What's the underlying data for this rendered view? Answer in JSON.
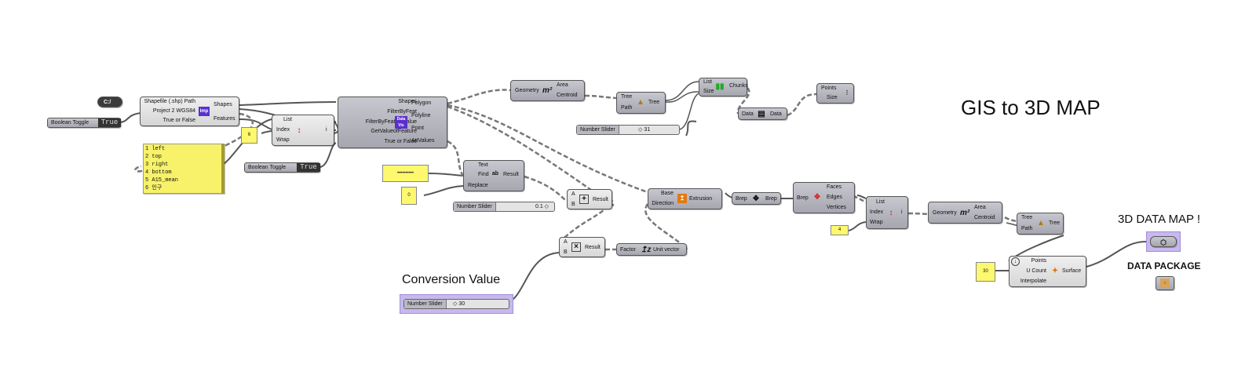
{
  "title": "GIS to 3D MAP",
  "labels": {
    "conversion": "Conversion Value",
    "map3d": "3D DATA MAP !",
    "package": "DATA PACKAGE"
  },
  "path_param": "C:/",
  "shapefile": {
    "in": [
      "Shapefile (.shp) Path",
      "Project 2 WGS84",
      "True or False"
    ],
    "out": [
      "Shapes",
      "Features"
    ],
    "icon": "Imp"
  },
  "bool1": {
    "label": "Boolean Toggle",
    "value": "True"
  },
  "bool2": {
    "label": "Boolean Toggle",
    "value": "True"
  },
  "panel": {
    "lines": [
      "1 left",
      "2 top",
      "3 right",
      "4 bottom",
      "5 A15_mean",
      "6 인구"
    ]
  },
  "num6": "6",
  "listitem1": {
    "in": [
      "List",
      "Index",
      "Wrap"
    ],
    "out": "i"
  },
  "filter": {
    "in": [
      "Shapes",
      "FilterByFeat",
      "FilterByFeatureValue",
      "GetValueofFeature",
      "True or False"
    ],
    "out": [
      "Polygon",
      "Polyline",
      "Point",
      "AttValues"
    ],
    "icon": "Data Vis"
  },
  "area1": {
    "in": "Geometry",
    "out": [
      "Area",
      "Centroid"
    ]
  },
  "tree1": {
    "in": [
      "Tree",
      "Path"
    ],
    "out": "Tree"
  },
  "split": {
    "in": [
      "List",
      "Size"
    ],
    "out": "Chunks"
  },
  "slider31": {
    "label": "Number Slider",
    "value": "◇ 31"
  },
  "data1": {
    "in": "Data",
    "out": "Data"
  },
  "points": {
    "in": [
      "Points",
      "Size"
    ]
  },
  "text_replace": {
    "in": [
      "Text",
      "Find",
      "Replace"
    ],
    "out": "Result"
  },
  "find_val": "••••••••••",
  "zero": "0",
  "slider01": {
    "label": "Number Slider",
    "value": "0.1 ◇"
  },
  "add": {
    "in": [
      "A",
      "B"
    ],
    "out": "Result"
  },
  "multiply": {
    "in": [
      "A",
      "B"
    ],
    "out": "Result"
  },
  "unitvec": {
    "in": "Factor",
    "out": "Unit vector"
  },
  "extrude": {
    "in": [
      "Base",
      "Direction"
    ],
    "out": "Extrusion"
  },
  "brep1": {
    "in": "Brep",
    "out": "Brep"
  },
  "deconstruct": {
    "in": "Brep",
    "out": [
      "Faces",
      "Edges",
      "Vertices"
    ]
  },
  "listitem2": {
    "in": [
      "List",
      "Index",
      "Wrap"
    ],
    "out": "i"
  },
  "num4": "4",
  "area2": {
    "in": "Geometry",
    "out": [
      "Area",
      "Centroid"
    ]
  },
  "tree2": {
    "in": [
      "Tree",
      "Path"
    ],
    "out": "Tree"
  },
  "surface": {
    "in": [
      "Points",
      "U Count",
      "Interpolate"
    ],
    "out": "Surface"
  },
  "num30": "30",
  "slider30": {
    "label": "Number Slider",
    "value": "◇ 30"
  }
}
